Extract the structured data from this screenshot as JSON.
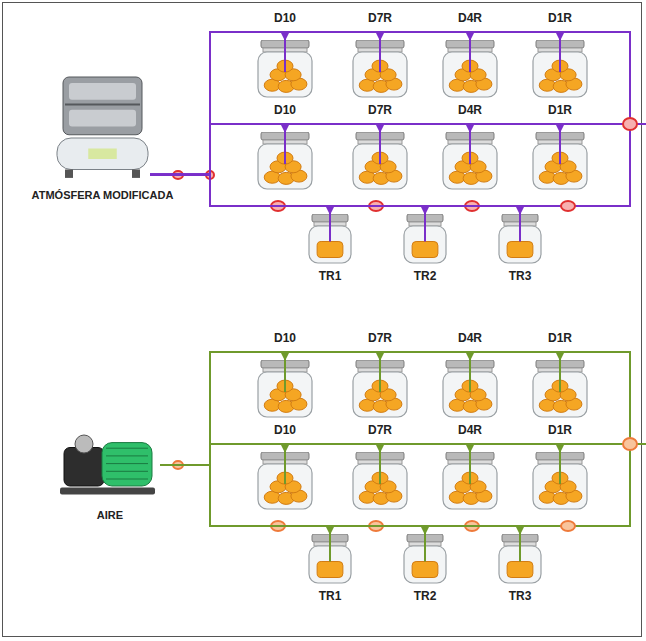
{
  "diagram": {
    "nodes": [
      {
        "text": [
          "ATMÓSFERA MODIFICADA"
        ]
      },
      {
        "text": [
          "D10"
        ]
      },
      {
        "text": [
          "D7R"
        ]
      },
      {
        "text": [
          "D4R"
        ]
      },
      {
        "text": [
          "D1R"
        ]
      },
      {
        "text": [
          "D10"
        ]
      },
      {
        "text": [
          "D7R"
        ]
      },
      {
        "text": [
          "D4R"
        ]
      },
      {
        "text": [
          "D1R"
        ]
      },
      {
        "text": [
          "TR1"
        ]
      },
      {
        "text": [
          "TR2"
        ]
      },
      {
        "text": [
          "TR3"
        ]
      },
      {
        "text": [
          "AIRE"
        ]
      },
      {
        "text": [
          "D10"
        ]
      },
      {
        "text": [
          "D7R"
        ]
      },
      {
        "text": [
          "D4R"
        ]
      },
      {
        "text": [
          "D1R"
        ]
      },
      {
        "text": [
          "D10"
        ]
      },
      {
        "text": [
          "D7R"
        ]
      },
      {
        "text": [
          "D4R"
        ]
      },
      {
        "text": [
          "D1R"
        ]
      },
      {
        "text": [
          "TR1"
        ]
      },
      {
        "text": [
          "TR2"
        ]
      },
      {
        "text": [
          "TR3"
        ]
      }
    ],
    "edges": [
      {
        "from": 0,
        "to": 1,
        "arrow": "to"
      },
      {
        "from": 0,
        "to": 2,
        "arrow": "to"
      },
      {
        "from": 0,
        "to": 3,
        "arrow": "to"
      },
      {
        "from": 0,
        "to": 4,
        "arrow": "to"
      },
      {
        "from": 0,
        "to": 5,
        "arrow": "to"
      },
      {
        "from": 0,
        "to": 6,
        "arrow": "to"
      },
      {
        "from": 0,
        "to": 7,
        "arrow": "to"
      },
      {
        "from": 0,
        "to": 8,
        "arrow": "to"
      },
      {
        "from": 0,
        "to": 9,
        "arrow": "to"
      },
      {
        "from": 0,
        "to": 10,
        "arrow": "to"
      },
      {
        "from": 0,
        "to": 11,
        "arrow": "to"
      },
      {
        "from": 12,
        "to": 13,
        "arrow": "to"
      },
      {
        "from": 12,
        "to": 14,
        "arrow": "to"
      },
      {
        "from": 12,
        "to": 15,
        "arrow": "to"
      },
      {
        "from": 12,
        "to": 16,
        "arrow": "to"
      },
      {
        "from": 12,
        "to": 17,
        "arrow": "to"
      },
      {
        "from": 12,
        "to": 18,
        "arrow": "to"
      },
      {
        "from": 12,
        "to": 19,
        "arrow": "to"
      },
      {
        "from": 12,
        "to": 20,
        "arrow": "to"
      },
      {
        "from": 12,
        "to": 21,
        "arrow": "to"
      },
      {
        "from": 12,
        "to": 22,
        "arrow": "to"
      },
      {
        "from": 12,
        "to": 23,
        "arrow": "to"
      }
    ]
  }
}
